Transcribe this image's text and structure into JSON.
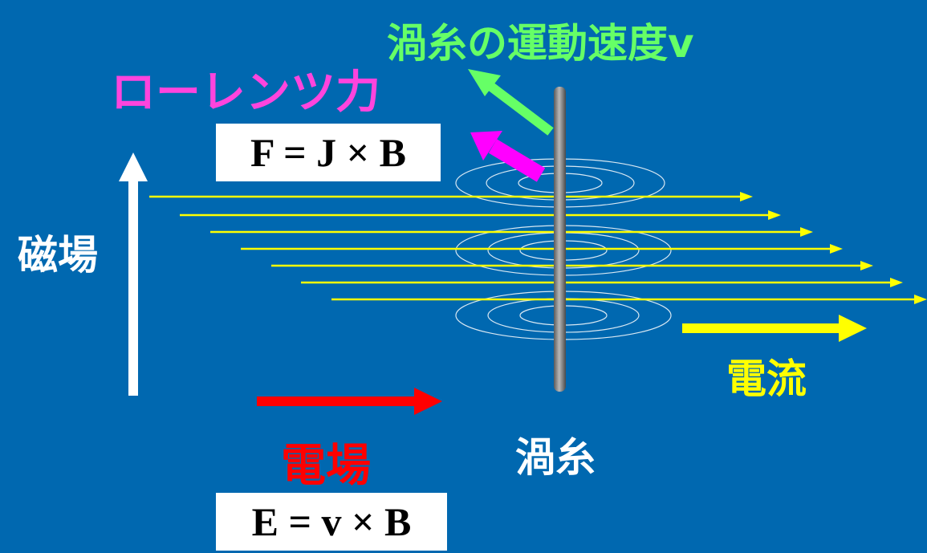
{
  "labels": {
    "vortex_velocity": "渦糸の運動速度v",
    "lorentz_force": "ローレンツ力",
    "magnetic_field": "磁場",
    "current": "電流",
    "electric_field": "電場",
    "vortex": "渦糸"
  },
  "formulas": {
    "force": "F = J × B",
    "efield": "E = v × B"
  },
  "colors": {
    "background": "#0068b0",
    "velocity": "#66ff66",
    "lorentz": "#ff44dd",
    "lorentz_arrow": "#ff00ff",
    "magnetic": "#ffffff",
    "current": "#ffff00",
    "electric": "#ff0000",
    "vortex_core": "#8a8a8a"
  }
}
